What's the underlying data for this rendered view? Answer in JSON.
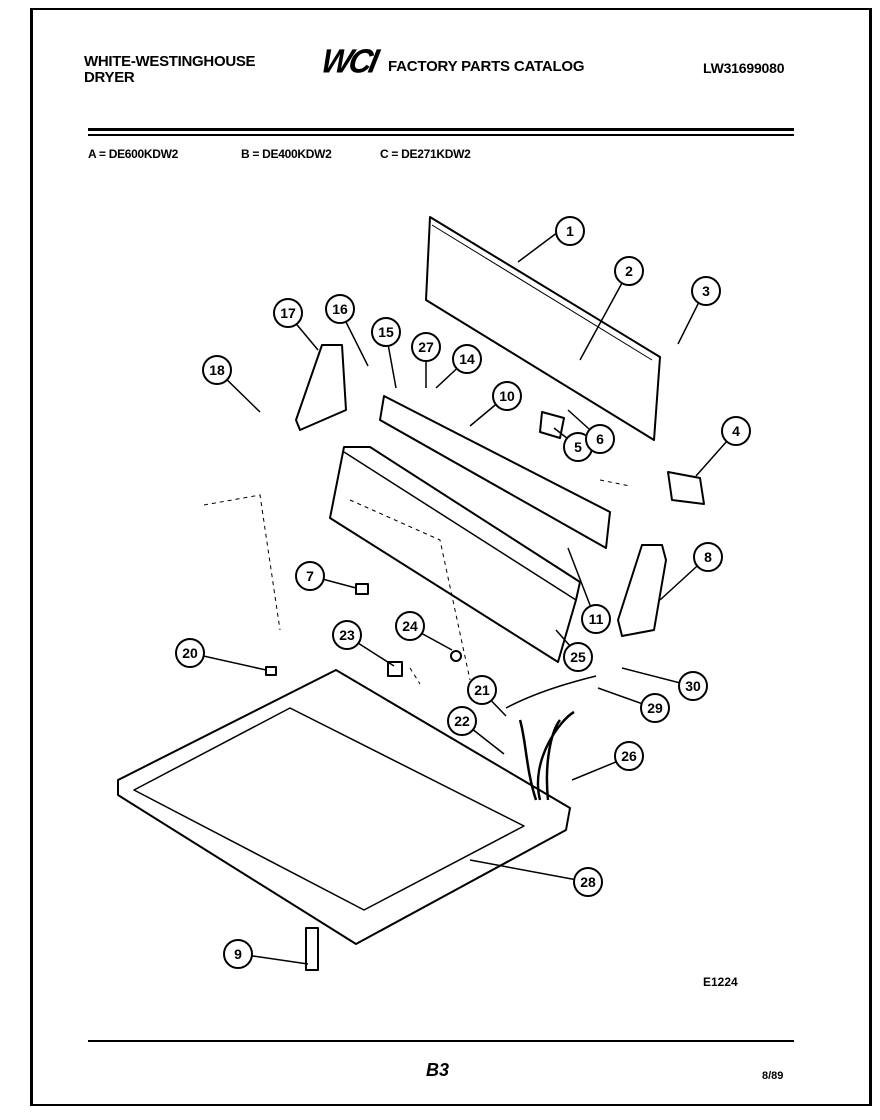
{
  "header": {
    "brand_line1": "WHITE-WESTINGHOUSE",
    "brand_line2": "DRYER",
    "logo": "WCI",
    "catalog_title": "FACTORY PARTS CATALOG",
    "part_number": "LW31699080"
  },
  "models": [
    {
      "text": "A = DE600KDW2"
    },
    {
      "text": "B = DE400KDW2"
    },
    {
      "text": "C = DE271KDW2"
    }
  ],
  "callouts": [
    "1",
    "2",
    "3",
    "4",
    "5",
    "6",
    "7",
    "8",
    "9",
    "10",
    "11",
    "14",
    "15",
    "16",
    "17",
    "18",
    "20",
    "21",
    "22",
    "23",
    "24",
    "25",
    "26",
    "27",
    "28",
    "29",
    "30"
  ],
  "footer": {
    "diagram_code": "E1224",
    "page": "B3",
    "date": "8/89"
  }
}
